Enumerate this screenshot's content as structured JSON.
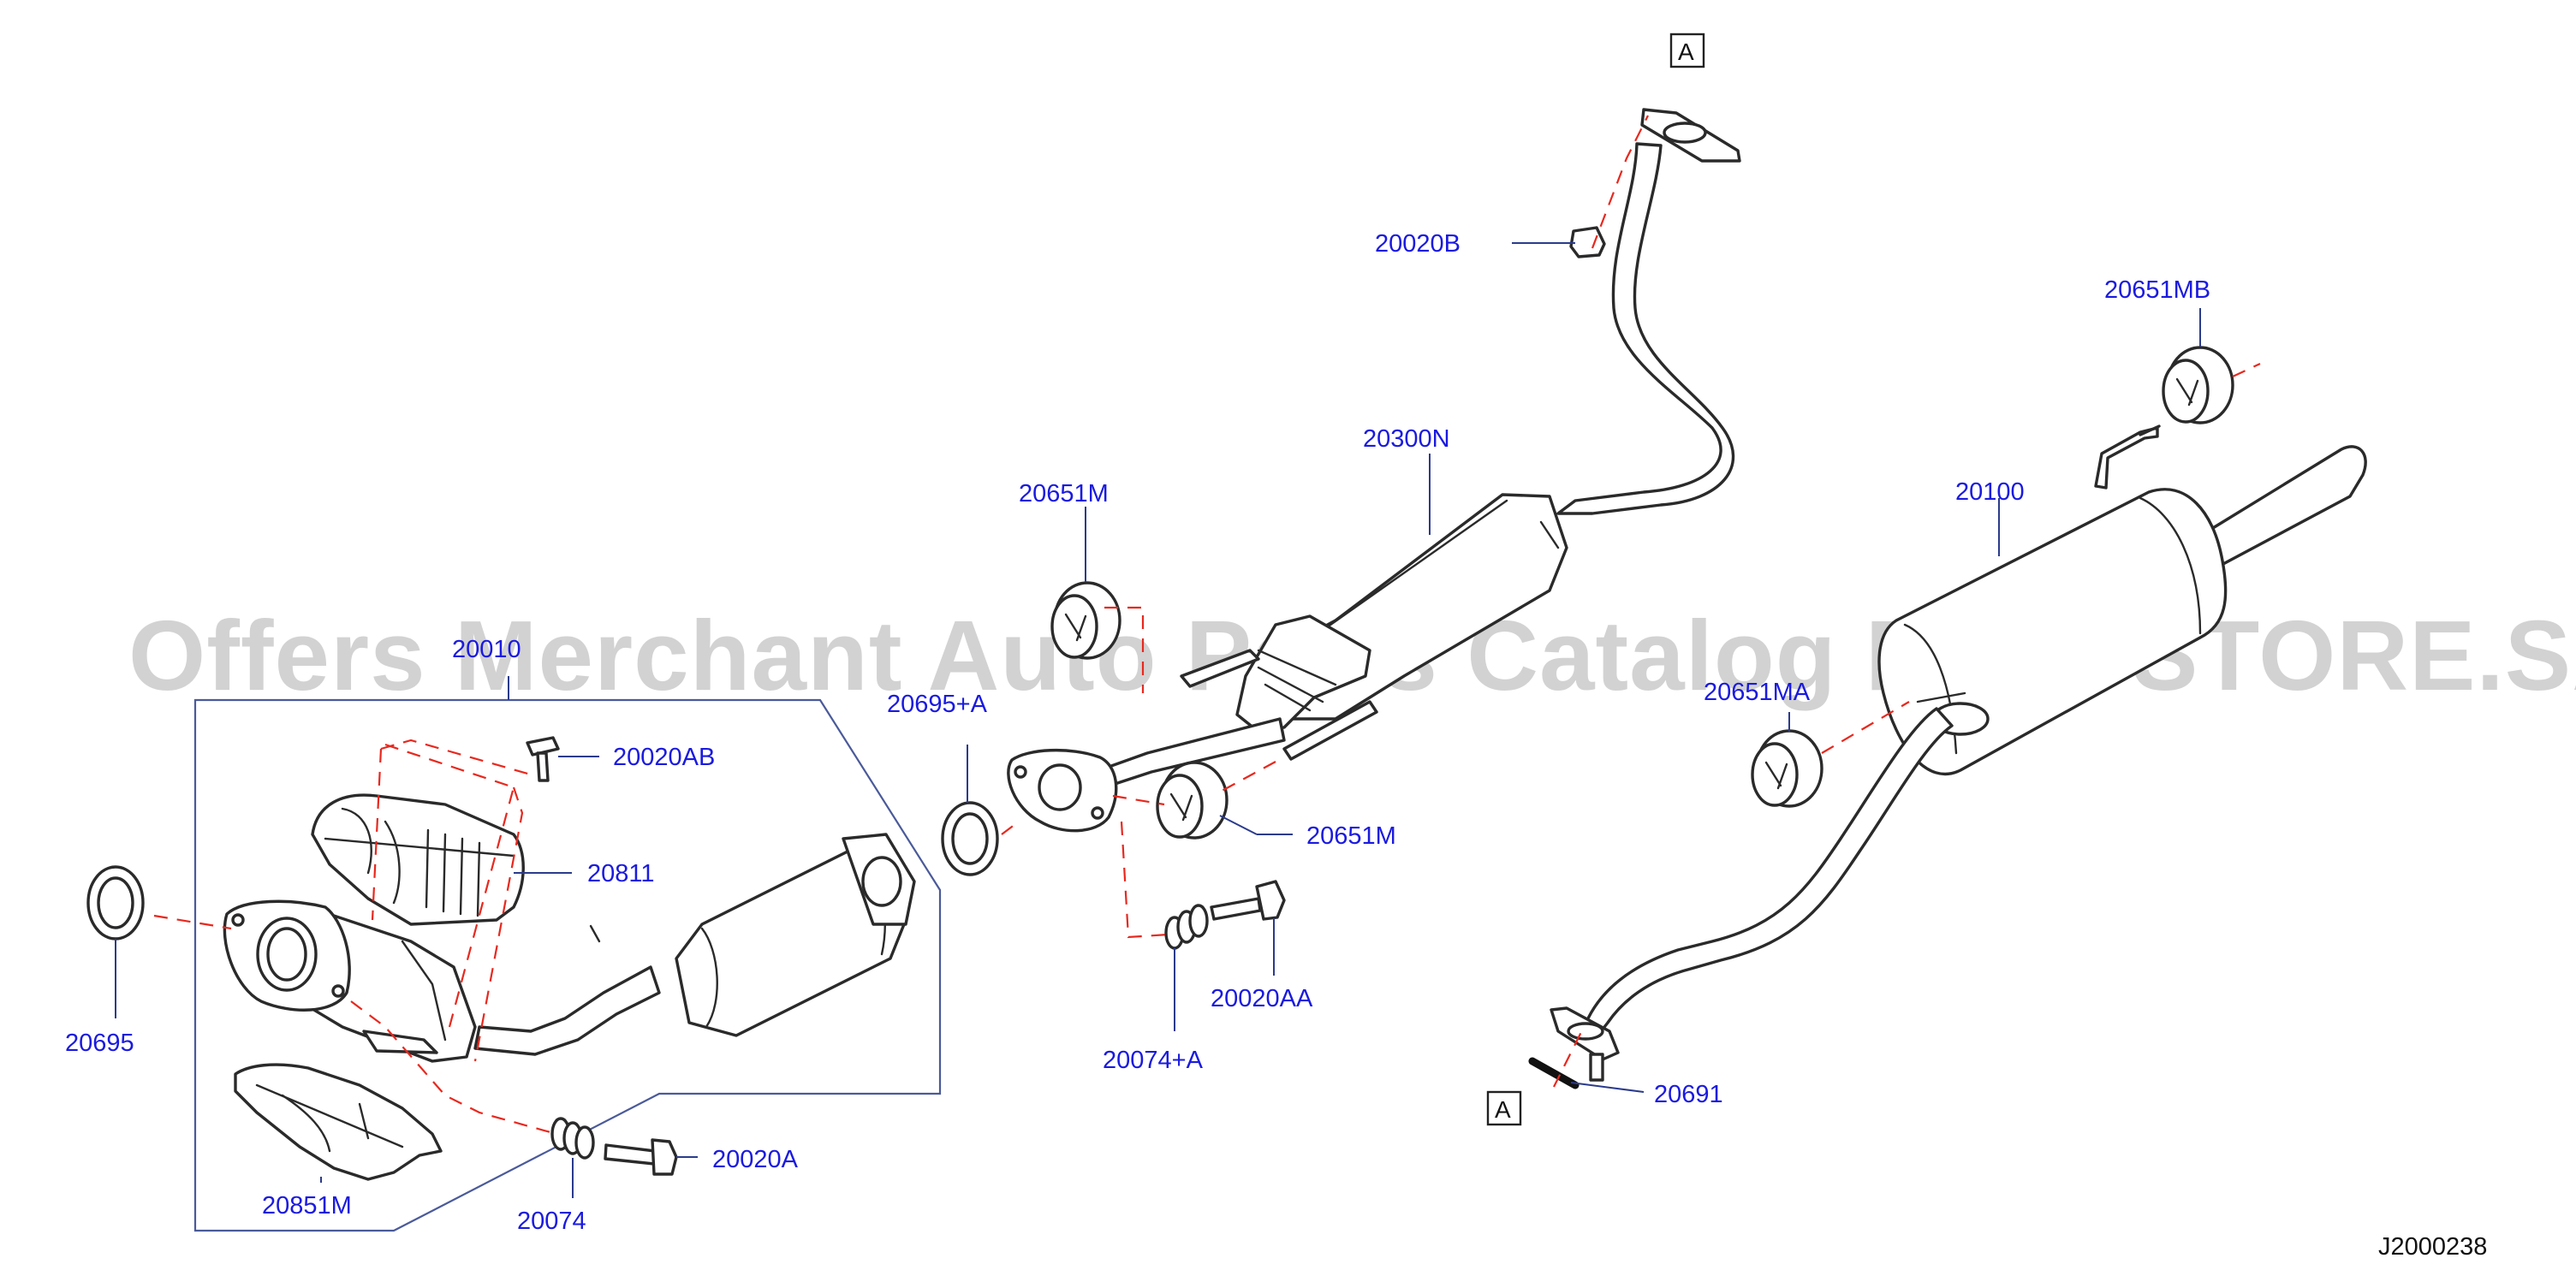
{
  "watermark": "Offers Merchant Auto Parts Catalog PARTSTORE.SA",
  "diagram_code": "J2000238",
  "ref_marks": {
    "top": "A",
    "bottom": "A"
  },
  "labels": {
    "l20020B": "20020B",
    "l20651MB": "20651MB",
    "l20300N": "20300N",
    "l20100": "20100",
    "l20651M_top": "20651M",
    "l20010": "20010",
    "l20695A": "20695+A",
    "l20651MA": "20651MA",
    "l20020AB": "20020AB",
    "l20811": "20811",
    "l20651M_mid": "20651M",
    "l20695": "20695",
    "l20020AA": "20020AA",
    "l20074A": "20074+A",
    "l20691": "20691",
    "l20020A": "20020A",
    "l20851M": "20851M",
    "l20074": "20074"
  }
}
